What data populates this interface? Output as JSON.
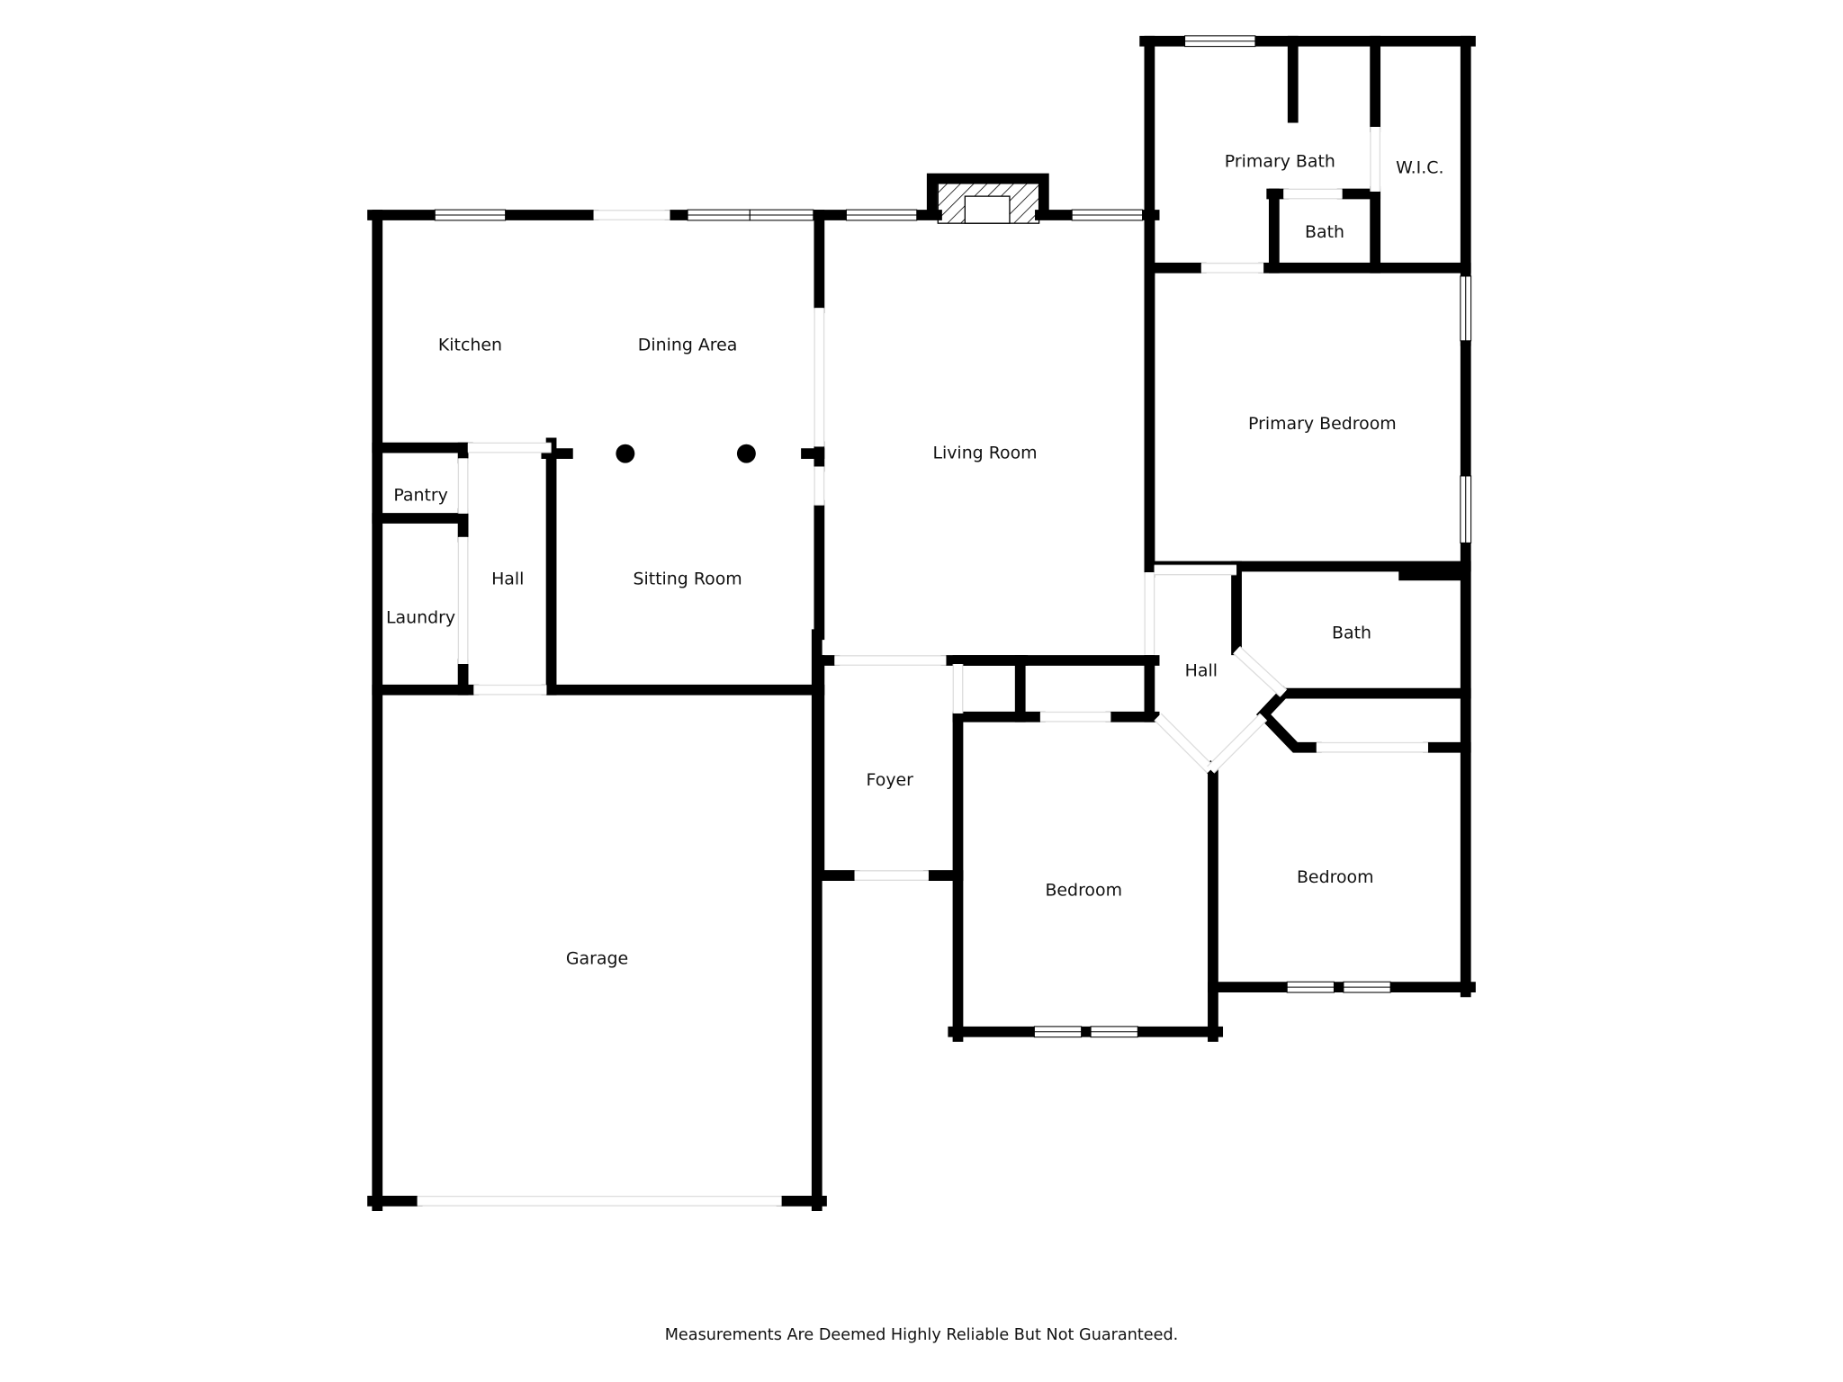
{
  "rooms": {
    "kitchen": "Kitchen",
    "dining_area": "Dining Area",
    "living_room": "Living Room",
    "primary_bath": "Primary Bath",
    "wic": "W.I.C.",
    "bath_small": "Bath",
    "primary_bedroom": "Primary Bedroom",
    "pantry": "Pantry",
    "hall_left": "Hall",
    "laundry": "Laundry",
    "sitting_room": "Sitting Room",
    "hall_right": "Hall",
    "bath_hall": "Bath",
    "foyer": "Foyer",
    "bedroom_1": "Bedroom",
    "bedroom_2": "Bedroom",
    "garage": "Garage"
  },
  "disclaimer": "Measurements Are Deemed Highly Reliable But Not Guaranteed.",
  "colors": {
    "wall": "#000000",
    "background": "#ffffff",
    "opening": "#dddddd"
  }
}
